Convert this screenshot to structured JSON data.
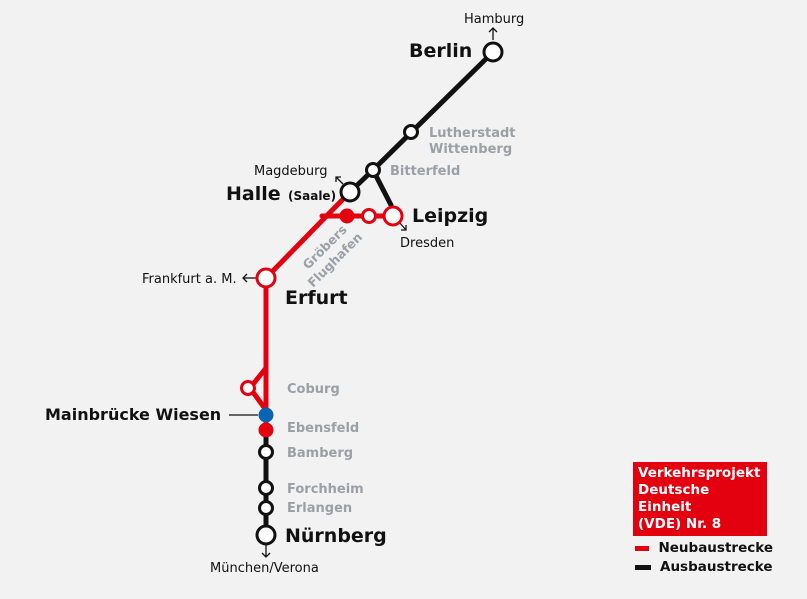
{
  "colors": {
    "neubau": "#e3000f",
    "ausbau": "#111111",
    "junction": "#0a64b4",
    "station_fill": "#ffffff",
    "label_minor": "#9aa0a6",
    "background": "#f2f2f2"
  },
  "stations": {
    "berlin": "Berlin",
    "hamburg": "Hamburg",
    "lutherstadt_1": "Lutherstadt",
    "lutherstadt_2": "Wittenberg",
    "bitterfeld": "Bitterfeld",
    "magdeburg": "Magdeburg",
    "halle": "Halle",
    "halle_suffix": "(Saale)",
    "leipzig": "Leipzig",
    "dresden": "Dresden",
    "groebers": "Gröbers",
    "flughafen": "Flughafen",
    "frankfurt": "Frankfurt a. M.",
    "erfurt": "Erfurt",
    "coburg": "Coburg",
    "mainbruecke": "Mainbrücke Wiesen",
    "ebensfeld": "Ebensfeld",
    "bamberg": "Bamberg",
    "forchheim": "Forchheim",
    "erlangen": "Erlangen",
    "nuernberg": "Nürnberg",
    "muenchen": "München/Verona"
  },
  "legend": {
    "title": "Verkehrsprojekt\nDeutsche Einheit\n(VDE) Nr. 8",
    "neubau_label": "Neubaustrecke",
    "ausbau_label": "Ausbaustrecke"
  }
}
